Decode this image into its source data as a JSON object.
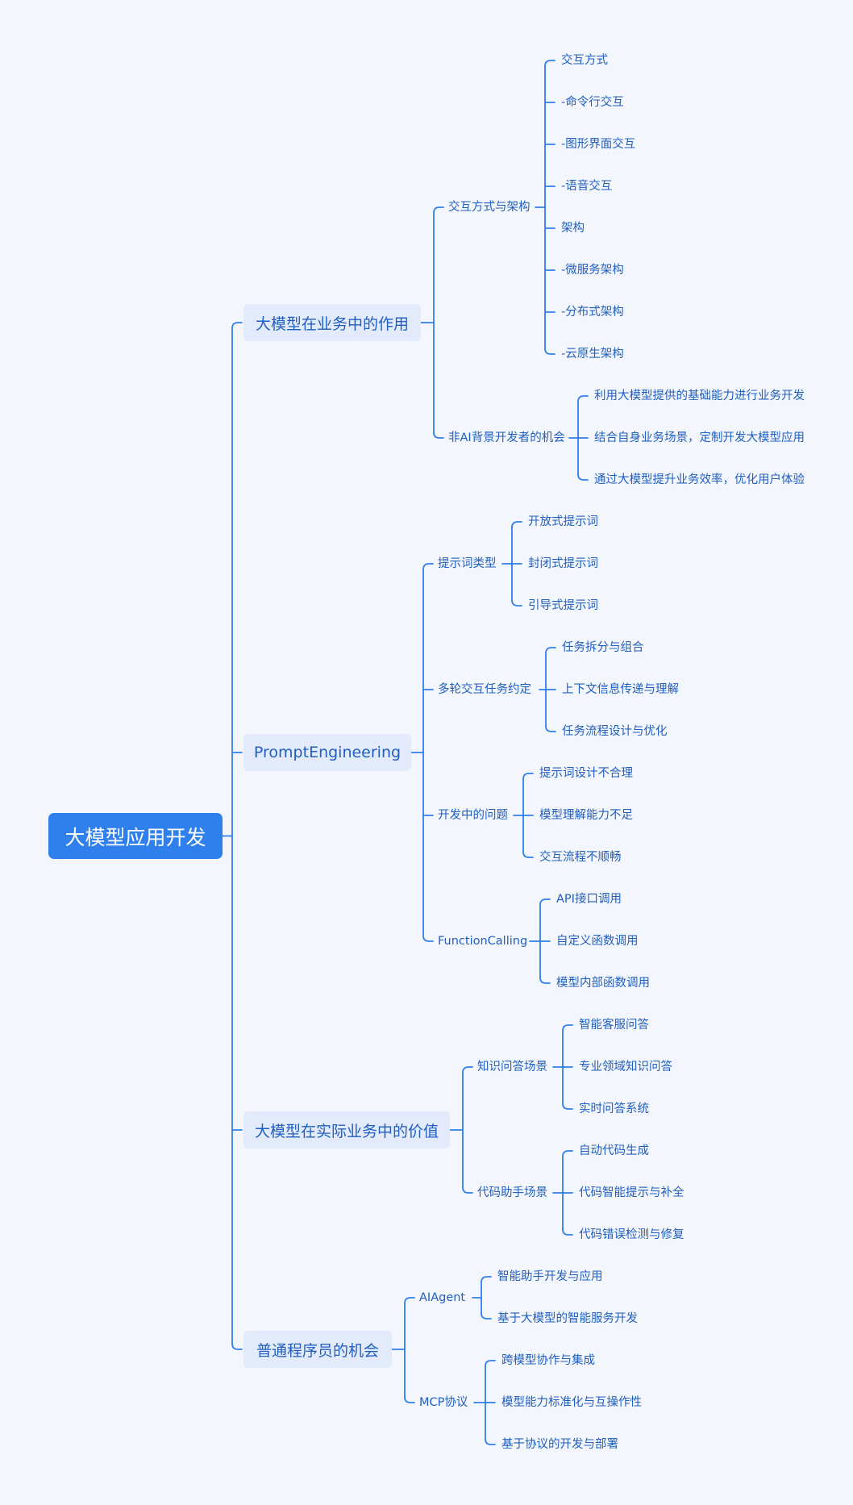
{
  "root": "大模型应用开发",
  "colors": {
    "background": "#f4f6fe",
    "root_fill": "#2f80ed",
    "branch_fill": "#e3eafc",
    "line": "#2f80ed",
    "text": "#1f5fbf"
  },
  "branches": [
    {
      "label": "大模型在业务中的作用",
      "children": [
        {
          "label": "交互方式与架构",
          "children": [
            "交互方式",
            "-命令行交互",
            "-图形界面交互",
            "-语音交互",
            "架构",
            "-微服务架构",
            "-分布式架构",
            "-云原生架构"
          ]
        },
        {
          "label": "非AI背景开发者的机会",
          "children": [
            "利用大模型提供的基础能力进行业务开发",
            "结合自身业务场景，定制开发大模型应用",
            "通过大模型提升业务效率，优化用户体验"
          ]
        }
      ]
    },
    {
      "label": "PromptEngineering",
      "children": [
        {
          "label": "提示词类型",
          "children": [
            "开放式提示词",
            "封闭式提示词",
            "引导式提示词"
          ]
        },
        {
          "label": "多轮交互任务约定",
          "children": [
            "任务拆分与组合",
            "上下文信息传递与理解",
            "任务流程设计与优化"
          ]
        },
        {
          "label": "开发中的问题",
          "children": [
            "提示词设计不合理",
            "模型理解能力不足",
            "交互流程不顺畅"
          ]
        },
        {
          "label": "FunctionCalling",
          "children": [
            "API接口调用",
            "自定义函数调用",
            "模型内部函数调用"
          ]
        }
      ]
    },
    {
      "label": "大模型在实际业务中的价值",
      "children": [
        {
          "label": "知识问答场景",
          "children": [
            "智能客服问答",
            "专业领域知识问答",
            "实时问答系统"
          ]
        },
        {
          "label": "代码助手场景",
          "children": [
            "自动代码生成",
            "代码智能提示与补全",
            "代码错误检测与修复"
          ]
        }
      ]
    },
    {
      "label": "普通程序员的机会",
      "children": [
        {
          "label": "AIAgent",
          "children": [
            "智能助手开发与应用",
            "基于大模型的智能服务开发"
          ]
        },
        {
          "label": "MCP协议",
          "children": [
            "跨模型协作与集成",
            "模型能力标准化与互操作性",
            "基于协议的开发与部署"
          ]
        }
      ]
    }
  ]
}
